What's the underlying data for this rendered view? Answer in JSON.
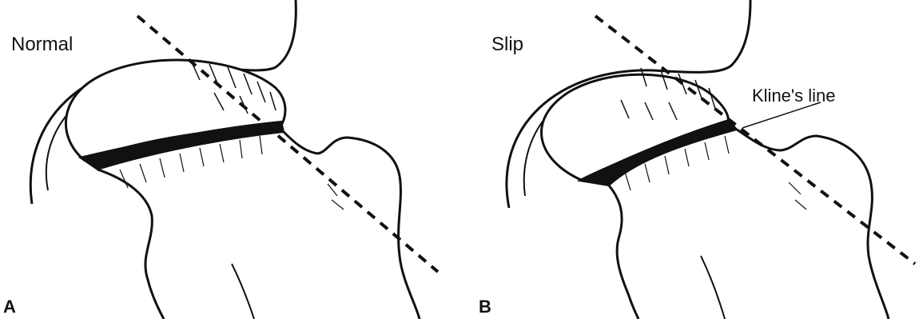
{
  "panels": {
    "a": {
      "caption": "Normal",
      "letter": "A"
    },
    "b": {
      "caption": "Slip",
      "letter": "B",
      "line_label": "Kline's line"
    }
  }
}
